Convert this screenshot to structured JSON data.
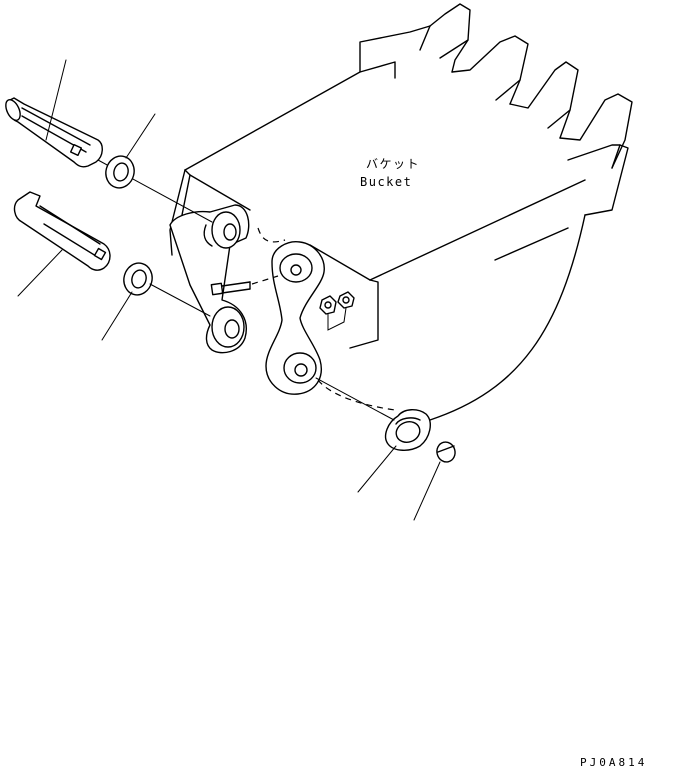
{
  "bucket": {
    "label_jp": "バケット",
    "label_en": "Bucket"
  },
  "drawing": {
    "code": "PJ0A814"
  }
}
